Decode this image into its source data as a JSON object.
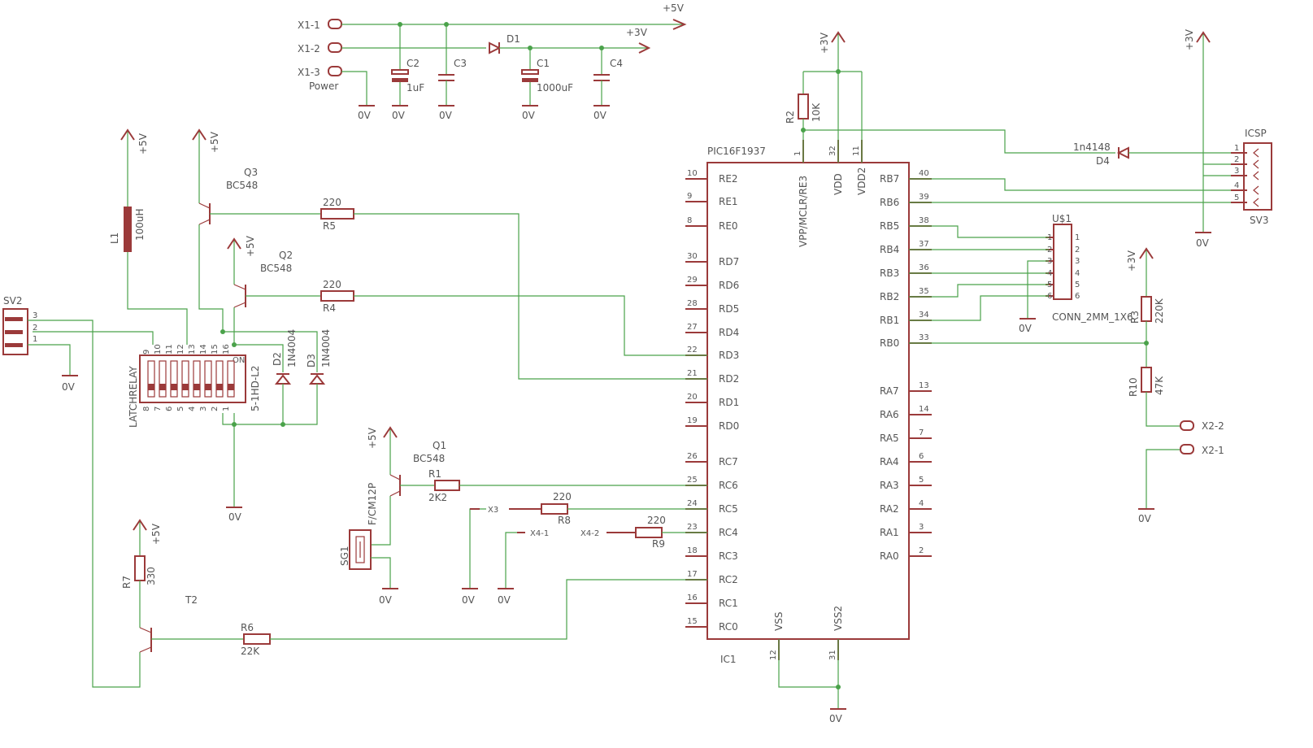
{
  "colors": {
    "part": "#9b3a3a",
    "wire": "#4aa24a",
    "text": "#555555"
  },
  "power": {
    "v5": "+5V",
    "v3": "+3V",
    "gnd": "0V"
  },
  "connectors": {
    "x1_1": "X1-1",
    "x1_2": "X1-2",
    "x1_3": "X1-3",
    "power_label": "Power",
    "x2_1": "X2-1",
    "x2_2": "X2-2",
    "x3": "X3",
    "x4_1": "X4-1",
    "x4_2": "X4-2",
    "sv2": "SV2",
    "sv3": "SV3",
    "icsp": "ICSP"
  },
  "parts": {
    "c1": "C1",
    "c1_val": "1000uF",
    "c2": "C2",
    "c2_val": "1uF",
    "c3": "C3",
    "c4": "C4",
    "d1": "D1",
    "d2": "D2",
    "d3": "D3",
    "d4": "D4",
    "d_val": "1N4004",
    "d4_val": "1n4148",
    "r1": "R1",
    "r1_val": "2K2",
    "r2": "R2",
    "r2_val": "10K",
    "r4": "R4",
    "r5": "R5",
    "r8": "R8",
    "r9": "R9",
    "r220": "220",
    "r6": "R6",
    "r6_val": "22K",
    "r7": "R7",
    "r7_val": "330",
    "r3": "R3",
    "r3_val": "220K",
    "r10": "R10",
    "r10_val": "47K",
    "q1": "Q1",
    "q2": "Q2",
    "q3": "Q3",
    "q_val": "BC548",
    "t2": "T2",
    "l1": "L1",
    "l1_val": "100uH",
    "sg1": "SG1",
    "sg1_val": "F/CM12P",
    "relay": "LATCHRELAY",
    "relay_val": "5-1HD-L2",
    "relay_on": "ON",
    "u1": "U$1",
    "u1_val": "CONN_2MM_1X6"
  },
  "ic": {
    "name": "IC1",
    "part": "PIC16F1937",
    "top_pins": [
      {
        "num": "1",
        "name": "VPP/MCLR/RE3"
      },
      {
        "num": "32",
        "name": "VDD"
      },
      {
        "num": "11",
        "name": "VDD2"
      }
    ],
    "bottom_pins": [
      {
        "num": "12",
        "name": "VSS"
      },
      {
        "num": "31",
        "name": "VSS2"
      }
    ],
    "left_pins": [
      {
        "num": "10",
        "name": "RE2"
      },
      {
        "num": "9",
        "name": "RE1"
      },
      {
        "num": "8",
        "name": "RE0"
      },
      {
        "num": "30",
        "name": "RD7"
      },
      {
        "num": "29",
        "name": "RD6"
      },
      {
        "num": "28",
        "name": "RD5"
      },
      {
        "num": "27",
        "name": "RD4"
      },
      {
        "num": "22",
        "name": "RD3"
      },
      {
        "num": "21",
        "name": "RD2"
      },
      {
        "num": "20",
        "name": "RD1"
      },
      {
        "num": "19",
        "name": "RD0"
      },
      {
        "num": "26",
        "name": "RC7"
      },
      {
        "num": "25",
        "name": "RC6"
      },
      {
        "num": "24",
        "name": "RC5"
      },
      {
        "num": "23",
        "name": "RC4"
      },
      {
        "num": "18",
        "name": "RC3"
      },
      {
        "num": "17",
        "name": "RC2"
      },
      {
        "num": "16",
        "name": "RC1"
      },
      {
        "num": "15",
        "name": "RC0"
      }
    ],
    "right_pins": [
      {
        "num": "40",
        "name": "RB7"
      },
      {
        "num": "39",
        "name": "RB6"
      },
      {
        "num": "38",
        "name": "RB5"
      },
      {
        "num": "37",
        "name": "RB4"
      },
      {
        "num": "36",
        "name": "RB3"
      },
      {
        "num": "35",
        "name": "RB2"
      },
      {
        "num": "34",
        "name": "RB1"
      },
      {
        "num": "33",
        "name": "RB0"
      },
      {
        "num": "13",
        "name": "RA7"
      },
      {
        "num": "14",
        "name": "RA6"
      },
      {
        "num": "7",
        "name": "RA5"
      },
      {
        "num": "6",
        "name": "RA4"
      },
      {
        "num": "5",
        "name": "RA3"
      },
      {
        "num": "4",
        "name": "RA2"
      },
      {
        "num": "3",
        "name": "RA1"
      },
      {
        "num": "2",
        "name": "RA0"
      }
    ]
  },
  "pin_numbers": {
    "n1": "1",
    "n2": "2",
    "n3": "3",
    "n4": "4",
    "n5": "5",
    "n6": "6",
    "n7": "7",
    "n8": "8",
    "n9": "9",
    "n10": "10",
    "n11": "11",
    "n12": "12",
    "n13": "13",
    "n14": "14",
    "n15": "15",
    "n16": "16"
  }
}
